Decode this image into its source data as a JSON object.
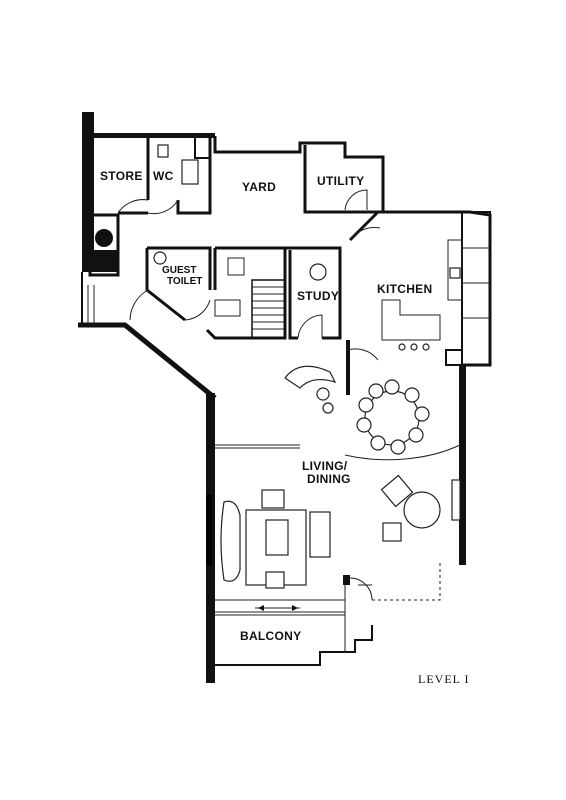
{
  "rooms": {
    "store": "STORE",
    "wc": "WC",
    "yard": "YARD",
    "utility": "UTILITY",
    "guest_toilet_line1": "GUEST",
    "guest_toilet_line2": "TOILET",
    "study": "STUDY",
    "kitchen": "KITCHEN",
    "living_line1": "LIVING/",
    "living_line2": "DINING",
    "balcony": "BALCONY"
  },
  "level_label": "LEVEL I"
}
